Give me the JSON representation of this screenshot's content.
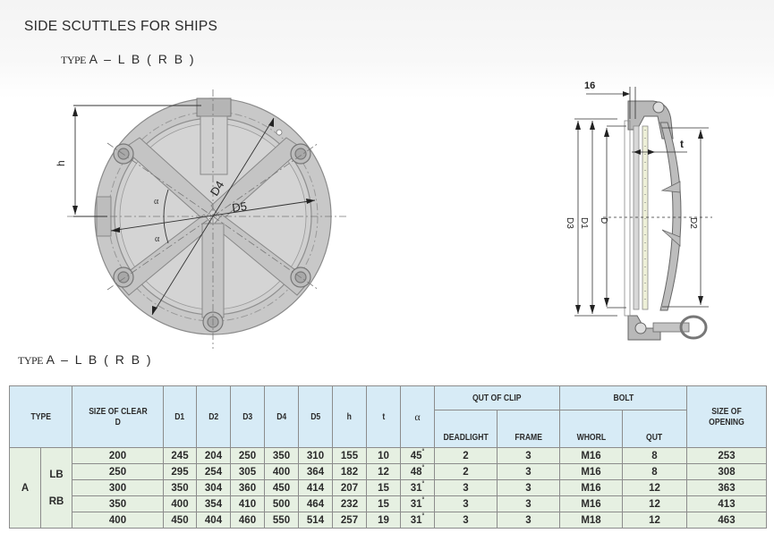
{
  "document": {
    "title": "SIDE SCUTTLES FOR SHIPS",
    "subtitle": {
      "type_word": "TYPE",
      "model": "A – L B ( R B )"
    },
    "table_caption": {
      "type_word": "TYPE",
      "model": "A – L B ( R B )"
    }
  },
  "front_view": {
    "labels": {
      "h": "h",
      "d4": "D4",
      "d5": "D5",
      "alpha_top": "α",
      "alpha_bottom": "α"
    }
  },
  "section_view": {
    "labels": {
      "dim_16": "16",
      "t": "t",
      "d3": "D3",
      "d1": "D1",
      "d": "D",
      "d2": "D2"
    }
  },
  "table": {
    "headers": {
      "type": "TYPE",
      "size_clear": "SIZE OF CLEAR",
      "size_clear_sub": "D",
      "d1": "D1",
      "d2": "D2",
      "d3": "D3",
      "d4": "D4",
      "d5": "D5",
      "h": "h",
      "t": "t",
      "alpha": "α",
      "qut_of_clip": "QUT OF CLIP",
      "deadlight": "DEADLIGHT",
      "frame": "FRAME",
      "bolt": "BOLT",
      "whorl": "WHORL",
      "qut": "QUT",
      "size_opening": "SIZE OF OPENING"
    },
    "type_main": "A",
    "type_sub": [
      "LB",
      "RB"
    ],
    "rows": [
      {
        "d": "200",
        "d1": "245",
        "d2": "204",
        "d3": "250",
        "d4": "350",
        "d5": "310",
        "h": "155",
        "t": "10",
        "alpha": "45",
        "deadlight": "2",
        "frame": "3",
        "whorl": "M16",
        "qut": "8",
        "opening": "253"
      },
      {
        "d": "250",
        "d1": "295",
        "d2": "254",
        "d3": "305",
        "d4": "400",
        "d5": "364",
        "h": "182",
        "t": "12",
        "alpha": "48",
        "deadlight": "2",
        "frame": "3",
        "whorl": "M16",
        "qut": "8",
        "opening": "308"
      },
      {
        "d": "300",
        "d1": "350",
        "d2": "304",
        "d3": "360",
        "d4": "450",
        "d5": "414",
        "h": "207",
        "t": "15",
        "alpha": "31",
        "deadlight": "3",
        "frame": "3",
        "whorl": "M16",
        "qut": "12",
        "opening": "363"
      },
      {
        "d": "350",
        "d1": "400",
        "d2": "354",
        "d3": "410",
        "d4": "500",
        "d5": "464",
        "h": "232",
        "t": "15",
        "alpha": "31",
        "deadlight": "3",
        "frame": "3",
        "whorl": "M16",
        "qut": "12",
        "opening": "413"
      },
      {
        "d": "400",
        "d1": "450",
        "d2": "404",
        "d3": "460",
        "d4": "550",
        "d5": "514",
        "h": "257",
        "t": "19",
        "alpha": "31",
        "deadlight": "3",
        "frame": "3",
        "whorl": "M18",
        "qut": "12",
        "opening": "463"
      }
    ],
    "degree_symbol": "°"
  },
  "colors": {
    "header_bg": "#d7ebf6",
    "body_bg": "#e6f0e2",
    "grid": "#8c8c8c",
    "metal": "#c9c9c9"
  }
}
